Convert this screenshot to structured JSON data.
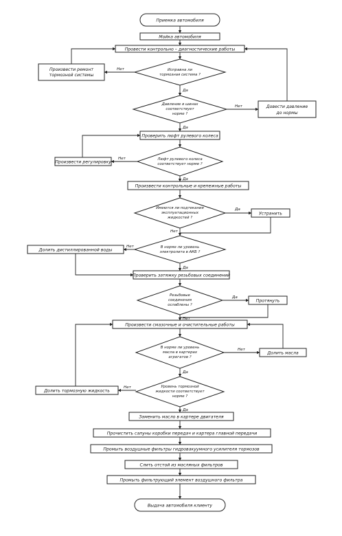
{
  "nodes": {
    "start": "Приемка автомобиля",
    "wash": "Мойка автомобиля",
    "diag": "Провести контрольно – диагностические работы",
    "brake_ok": [
      "Исправна ли",
      "тормозная система ?"
    ],
    "brake_fix": [
      "Произвести ремонт",
      "тормозной системы"
    ],
    "tire_ok": [
      "Давление в шинах",
      "соответствует",
      "норме ?"
    ],
    "tire_fix": [
      "Довести давление",
      "до нормы"
    ],
    "steer_check": "Проверить люфт рулевого колеса",
    "steer_ok": [
      "Люфт рулевого колеса",
      "соответствует норме ?"
    ],
    "steer_fix": "Произвести регулировку",
    "fasten": "Произвести контрольные и крепежные работы",
    "leak_q": [
      "Имеются ли подтекания",
      "эксплуатационных",
      "жидкостей ?"
    ],
    "leak_fix": "Устранить",
    "elec_q": [
      "В норме ли уровень",
      "электролита в АКБ ?"
    ],
    "elec_fix": "Долить дистиллированной воды",
    "thread_check": "Проверить затяжку резьбовых соединений",
    "thread_q": [
      "Резьбовые",
      "соединения",
      "ослаблены ?"
    ],
    "thread_fix": "Протянуть",
    "lube": "Произвести смазочные и очистительные работы",
    "oil_q": [
      "В норме ли уровень",
      "масла в картерах",
      "агрегатов ?"
    ],
    "oil_fix": "Долить масла",
    "bfluid_q": [
      "Уровень тормозной",
      "жидкости соответствует",
      "норме ?"
    ],
    "bfluid_fix": "Долить тормозную жидкость",
    "oil_change": "Заменить масло в картере двигателя",
    "vents": "Прочистить сапуны коробки передач и картера главной передачи",
    "air_filters": "Промыть воздушные фильтры гидровакуумного усилителя тормозов",
    "drain": "Слить отстой из масляных фильтров",
    "air_element": "Промыть фильтрующий элемент воздушного фильтра",
    "end": "Выдача автомобиля клиенту"
  },
  "edge_labels": {
    "brake_no": "Нет",
    "brake_yes": "Да",
    "tire_no": "Нет",
    "tire_yes": "Да",
    "steer_no": "Нет",
    "steer_yes": "Да",
    "leak_yes": "Да",
    "leak_no": "Нет",
    "elec_no": "Нет",
    "elec_yes": "Да",
    "thread_yes": "Да",
    "thread_no": "Нет",
    "oil_no": "Нет",
    "oil_yes": "Да",
    "bfluid_no": "Нет",
    "bfluid_yes": "Да"
  }
}
